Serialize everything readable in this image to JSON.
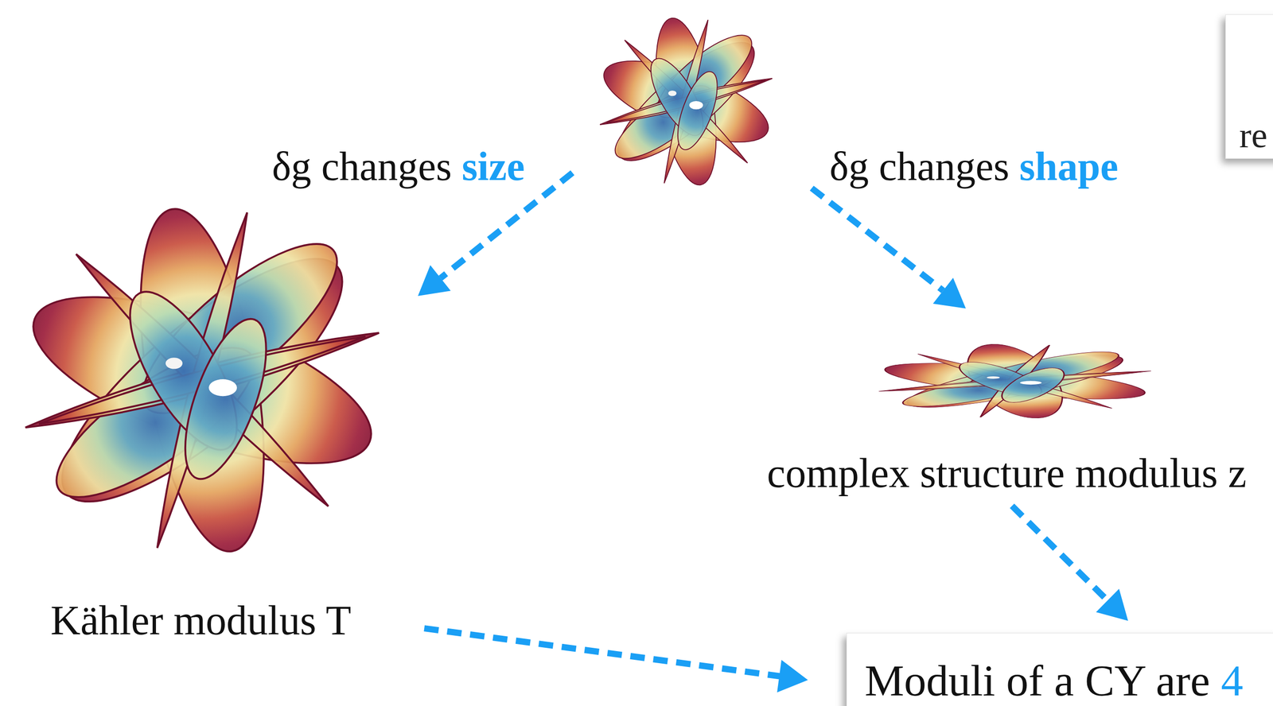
{
  "diagram": {
    "nodes": [
      {
        "text": [
          "re"
        ]
      },
      {
        "text": [
          "Kähler modulus T"
        ]
      },
      {
        "text": [
          "complex structure modulus z"
        ]
      },
      {
        "text": [
          "Moduli of a CY are",
          "4"
        ]
      }
    ],
    "edges": [
      {
        "from": 2,
        "to": 3,
        "arrow": "to"
      },
      {
        "from": 1,
        "to": 3,
        "arrow": "to"
      }
    ],
    "labels": [
      "δg changes",
      "size",
      "δg changes",
      "shape"
    ]
  }
}
